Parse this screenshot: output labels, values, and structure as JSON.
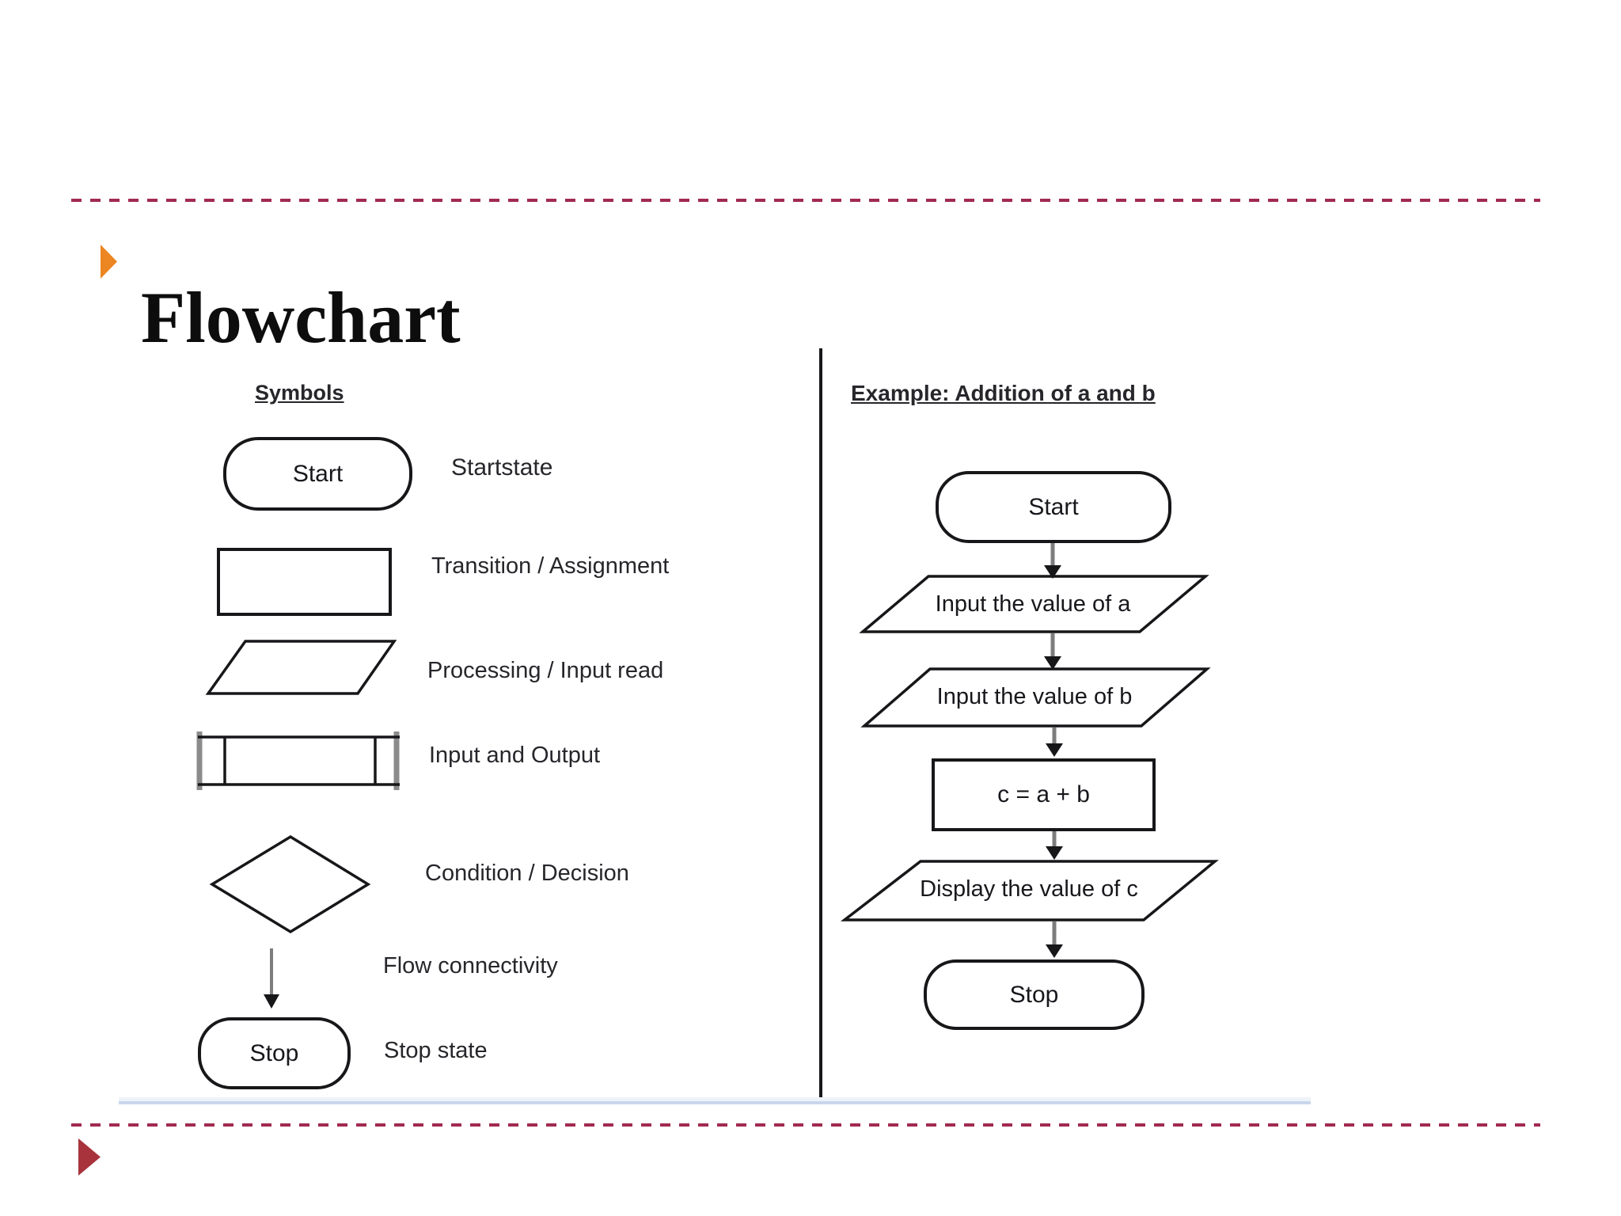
{
  "slide": {
    "title": "Flowchart"
  },
  "figure": {
    "symbols_heading": "Symbols",
    "example_heading": "Example: Addition of a and b",
    "symbols": [
      {
        "shape": "stadium",
        "text": "Start",
        "description": "Startstate"
      },
      {
        "shape": "rectangle",
        "description": "Transition / Assignment"
      },
      {
        "shape": "parallelogram",
        "description": "Processing / Input read"
      },
      {
        "shape": "input-output",
        "description": "Input and Output"
      },
      {
        "shape": "diamond",
        "description": "Condition / Decision"
      },
      {
        "shape": "arrow",
        "description": "Flow connectivity"
      },
      {
        "shape": "stadium",
        "text": "Stop",
        "description": "Stop state"
      }
    ],
    "example_steps": [
      {
        "shape": "stadium",
        "text": "Start"
      },
      {
        "shape": "parallelogram",
        "text": "Input the value of a"
      },
      {
        "shape": "parallelogram",
        "text": "Input the value of b"
      },
      {
        "shape": "rectangle",
        "text": "c = a + b"
      },
      {
        "shape": "parallelogram",
        "text": "Display the value of c"
      },
      {
        "shape": "stadium",
        "text": "Stop"
      }
    ]
  },
  "colors": {
    "accent_orange": "#ec8623",
    "dashed_line": "#a12a50",
    "footer_triangle": "#a8333c",
    "ink": "#17171a",
    "arrow_stem_gray": "#7d7d7d",
    "figure_rule_blue": "#c9d7ea"
  }
}
